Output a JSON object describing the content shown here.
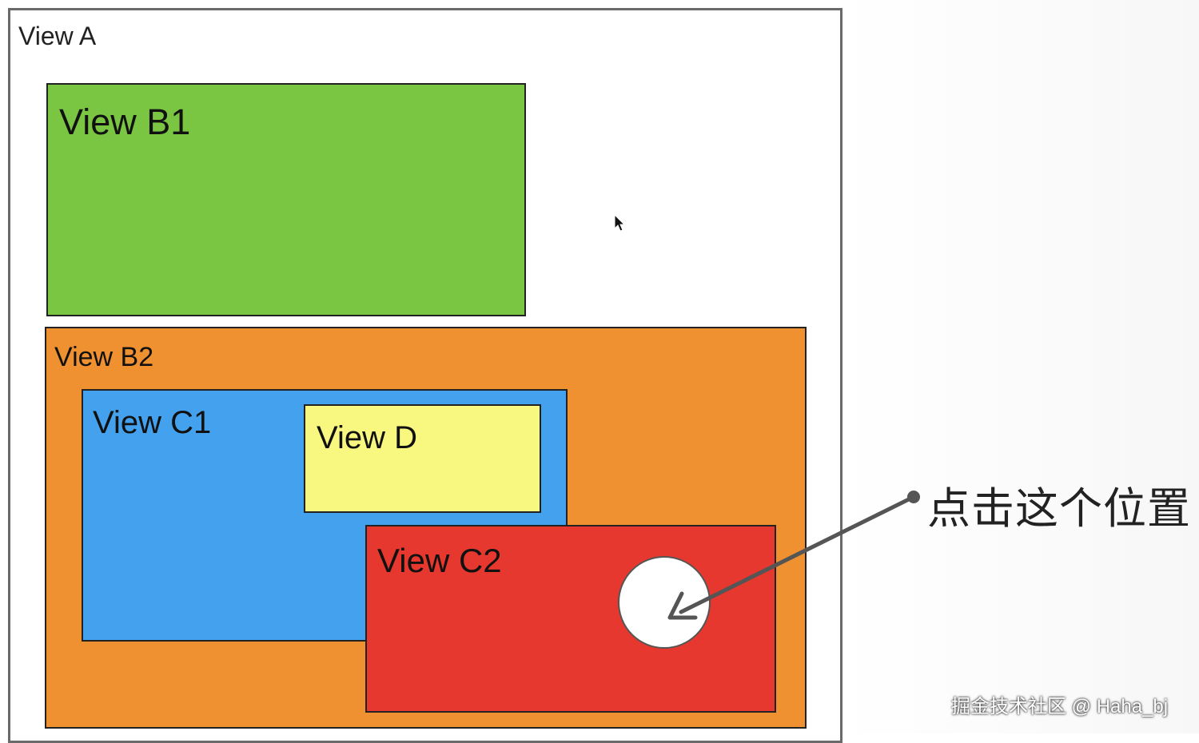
{
  "views": {
    "a": {
      "label": "View A"
    },
    "b1": {
      "label": "View B1",
      "color": "#7ac643"
    },
    "b2": {
      "label": "View B2",
      "color": "#ef9130"
    },
    "c1": {
      "label": "View C1",
      "color": "#43a1ee"
    },
    "d": {
      "label": "View D",
      "color": "#f8f77f"
    },
    "c2": {
      "label": "View C2",
      "color": "#e6382e"
    }
  },
  "annotation": {
    "text": "点击这个位置"
  },
  "watermark": {
    "text": "掘金技术社区 @ Haha_bj"
  },
  "icons": {
    "cursor": "mouse-pointer-icon"
  }
}
